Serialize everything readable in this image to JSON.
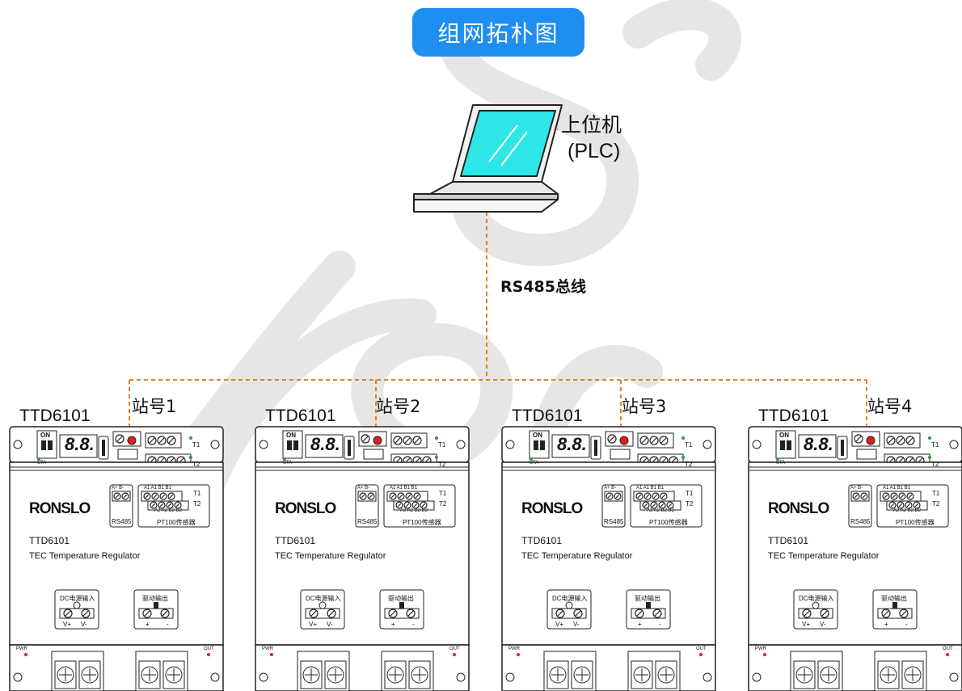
{
  "title": "组网拓朴图",
  "host": {
    "label": "上位机",
    "sublabel": "(PLC)"
  },
  "bus": {
    "label": "RS485总线",
    "color": "#e87f1e"
  },
  "devices": [
    {
      "model": "TTD6101",
      "station": "站号1",
      "brand": "RONSLO",
      "name": "TTD6101",
      "desc": "TEC Temperature Regulator"
    },
    {
      "model": "TTD6101",
      "station": "站号2",
      "brand": "RONSLO",
      "name": "TTD6101",
      "desc": "TEC Temperature Regulator"
    },
    {
      "model": "TTD6101",
      "station": "站号3",
      "brand": "RONSLO",
      "name": "TTD6101",
      "desc": "TEC Temperature Regulator"
    },
    {
      "model": "TTD6101",
      "station": "站号4",
      "brand": "RONSLO",
      "name": "TTD6101",
      "desc": "TEC Temperature Regulator"
    }
  ],
  "device_labels": {
    "on": "ON",
    "display": "8.8.",
    "rs485": "RS485",
    "ab": "A+  B-",
    "t1": "T1",
    "t2": "T2",
    "pins_top": "A1 A1 B1 B1",
    "pins_bottom": "A2 A2 B2 B2",
    "sensor": "PT100传感器",
    "dc_input": "DC电源输入",
    "vplus": "V+",
    "vminus": "V-",
    "drive_output": "驱动输出",
    "plus": "+",
    "minus": "-",
    "pwr": "PWR",
    "out": "OUT",
    "sta": "STA"
  },
  "colors": {
    "title_bg": "#1f8ef1",
    "led": "#e02020",
    "screen": "#2ee6e8"
  }
}
